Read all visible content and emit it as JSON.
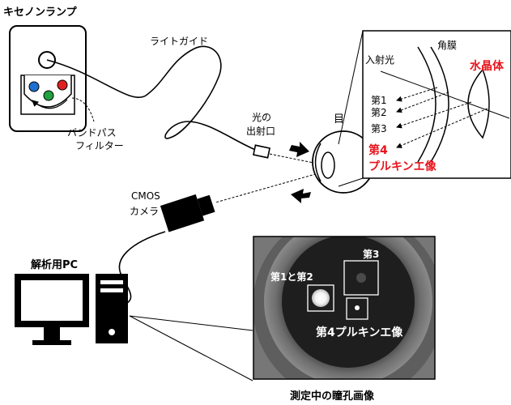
{
  "light_source": {
    "label": "キセノンランプ"
  },
  "filter": {
    "label_line1": "バンドパス",
    "label_line2": "フィルター"
  },
  "light_guide": {
    "label": "ライトガイド"
  },
  "outlet": {
    "label_line1": "光の",
    "label_line2": "出射口"
  },
  "eye": {
    "label": "目"
  },
  "camera": {
    "label_line1": "CMOS",
    "label_line2": "カメラ"
  },
  "pc": {
    "label": "解析用PC"
  },
  "eye_detail": {
    "cornea_label": "角膜",
    "lens_label": "水晶体",
    "incident_light_label": "入射光",
    "purkinje_1": "第1",
    "purkinje_2": "第2",
    "purkinje_3": "第3",
    "purkinje_4_line1": "第4",
    "purkinje_4_line2": "プルキンエ像"
  },
  "pupil_image": {
    "label_12": "第1と第2",
    "label_3": "第3",
    "label_4": "第4プルキンエ像",
    "caption": "測定中の瞳孔画像"
  },
  "colors": {
    "highlight_red": "#e8141c",
    "filter_red": "#e02020",
    "filter_green": "#20a040",
    "filter_blue": "#1e6fd0"
  }
}
